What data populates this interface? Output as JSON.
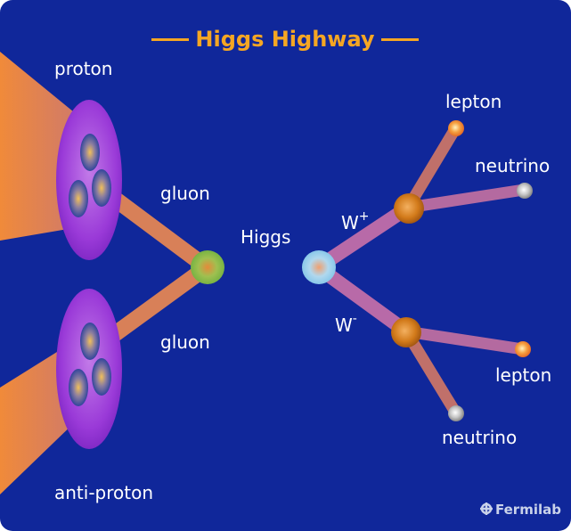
{
  "title": "Higgs Highway",
  "labels": {
    "proton": "proton",
    "anti_proton": "anti-proton",
    "gluon_top": "gluon",
    "gluon_bottom": "gluon",
    "higgs": "Higgs",
    "w_plus_base": "W",
    "w_plus_sup": "+",
    "w_minus_base": "W",
    "w_minus_sup": "-",
    "lepton_top": "lepton",
    "neutrino_top": "neutrino",
    "lepton_bottom": "lepton",
    "neutrino_bottom": "neutrino"
  },
  "brand": "Fermilab",
  "colors": {
    "background": "#10279a",
    "title": "#f5a623",
    "beam": "#e8823c",
    "path_start": "#e8823c",
    "path_end": "#a85ac8",
    "proton_fill": "#9a3ad8",
    "gluon_vertex": "#7fc24a",
    "higgs_vertex": "#9fd3f0",
    "w_vertex": "#d9801e",
    "lepton": "#f07e2a",
    "neutrino": "#b8b8b8"
  }
}
